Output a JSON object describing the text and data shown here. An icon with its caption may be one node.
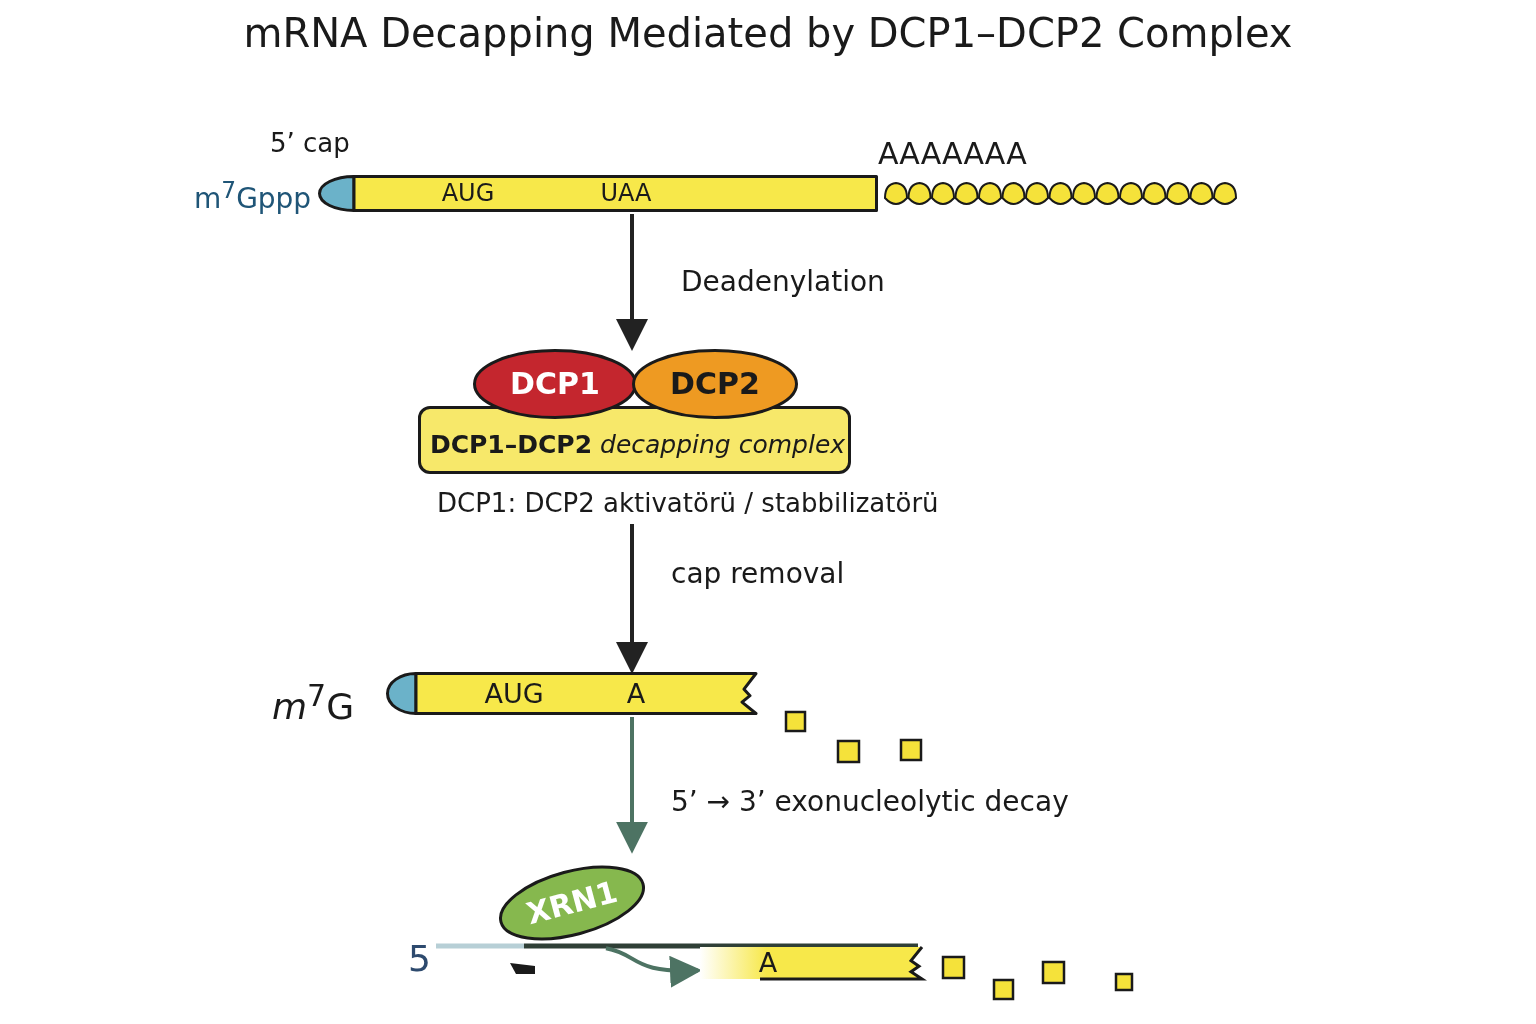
{
  "diagram": {
    "title": "mRNA Decapping Mediated by DCP1–DCP2 Complex",
    "nodes": [
      {
        "text": [
          "AUG",
          "UAA"
        ]
      },
      {
        "text": [
          "**DCP1–DCP2** *decapping complex*"
        ],
        "beside": [
          "DCP1: DCP2 aktivatörü / stabbilizatörü"
        ]
      },
      {
        "text": [
          "DCP1"
        ]
      },
      {
        "text": [
          "DCP2"
        ]
      },
      {
        "text": [
          "AUG",
          "A"
        ]
      },
      {
        "text": [
          "XRN1"
        ]
      },
      {
        "text": [
          "A"
        ]
      }
    ],
    "edges": [
      {
        "from": 0,
        "to": 2,
        "arrow": "to",
        "label": "Deadenylation"
      },
      {
        "from": 1,
        "to": 4,
        "arrow": "to",
        "label": "cap removal"
      },
      {
        "from": 4,
        "to": 5,
        "arrow": "to",
        "label": "5’ → 3’ exonucleolytic decay",
        "color": "#4d7363"
      },
      {
        "from": 5,
        "to": 6,
        "arrow": "to",
        "color": "#4d7363"
      }
    ],
    "labels": [
      "5’ cap",
      "m$^{7}$Gppp",
      "AAAAAAA",
      "*m*$^{7}$G",
      "5"
    ]
  }
}
